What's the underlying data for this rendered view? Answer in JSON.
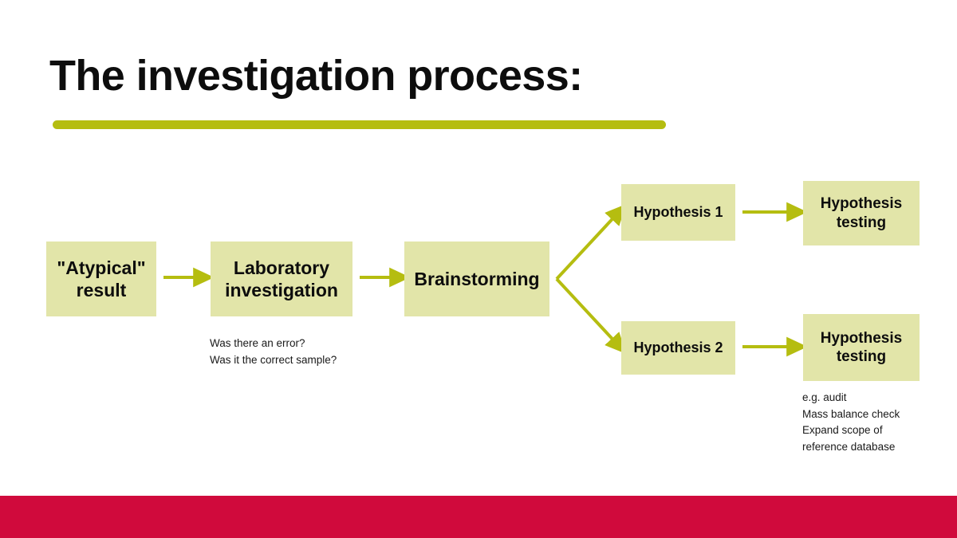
{
  "slide": {
    "title": "The investigation process:",
    "accent_olive": "#b5bd10",
    "box_fill": "#e2e5a9",
    "bottom_bar_color": "#d00a3c",
    "background": "#ffffff"
  },
  "flow": {
    "boxes": [
      {
        "id": "atypical",
        "label": "\"Atypical\"\nresult"
      },
      {
        "id": "laboratory",
        "label": "Laboratory\ninvestigation"
      },
      {
        "id": "brainstorming",
        "label": "Brainstorming"
      },
      {
        "id": "hypothesis1",
        "label": "Hypothesis 1"
      },
      {
        "id": "hypothesis2",
        "label": "Hypothesis 2"
      },
      {
        "id": "testing1",
        "label": "Hypothesis\ntesting"
      },
      {
        "id": "testing2",
        "label": "Hypothesis\ntesting"
      }
    ],
    "arrows": [
      {
        "id": "atypical-to-laboratory",
        "from": "atypical",
        "to": "laboratory",
        "shape": "straight"
      },
      {
        "id": "laboratory-to-brainstorm",
        "from": "laboratory",
        "to": "brainstorming",
        "shape": "straight"
      },
      {
        "id": "brainstorm-to-hypothesis1",
        "from": "brainstorming",
        "to": "hypothesis1",
        "shape": "diagonal-up"
      },
      {
        "id": "brainstorm-to-hypothesis2",
        "from": "brainstorming",
        "to": "hypothesis2",
        "shape": "diagonal-down"
      },
      {
        "id": "hypothesis1-to-testing1",
        "from": "hypothesis1",
        "to": "testing1",
        "shape": "straight"
      },
      {
        "id": "hypothesis2-to-testing2",
        "from": "hypothesis2",
        "to": "testing2",
        "shape": "straight"
      }
    ]
  },
  "notes": {
    "laboratory": "Was there an error?\nWas it the correct sample?",
    "testing": "e.g. audit\nMass balance check\nExpand scope of\nreference database"
  }
}
